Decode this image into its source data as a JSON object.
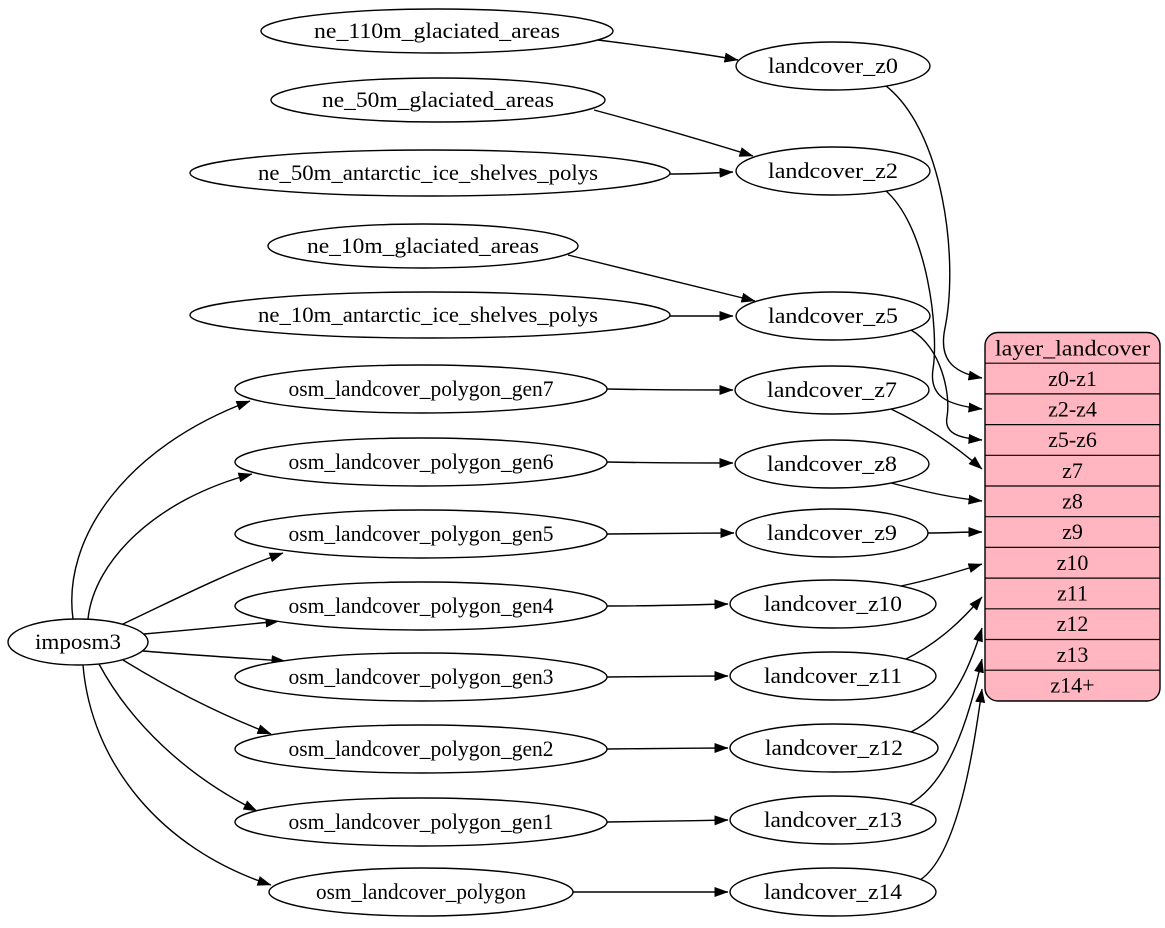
{
  "diagram": {
    "kind": "graphviz-dependency-diagram",
    "background_color": "#ffffff",
    "edge_color": "#000000",
    "node_fill_color": "#ffffff",
    "node_border_color": "#000000",
    "nodes": [
      {
        "id": "imposm3",
        "label": "imposm3"
      },
      {
        "id": "ne_110m_glaciated_areas",
        "label": "ne_110m_glaciated_areas"
      },
      {
        "id": "ne_50m_glaciated_areas",
        "label": "ne_50m_glaciated_areas"
      },
      {
        "id": "ne_50m_antarctic_ice_shelves_polys",
        "label": "ne_50m_antarctic_ice_shelves_polys"
      },
      {
        "id": "ne_10m_glaciated_areas",
        "label": "ne_10m_glaciated_areas"
      },
      {
        "id": "ne_10m_antarctic_ice_shelves_polys",
        "label": "ne_10m_antarctic_ice_shelves_polys"
      },
      {
        "id": "osm_landcover_polygon_gen7",
        "label": "osm_landcover_polygon_gen7"
      },
      {
        "id": "osm_landcover_polygon_gen6",
        "label": "osm_landcover_polygon_gen6"
      },
      {
        "id": "osm_landcover_polygon_gen5",
        "label": "osm_landcover_polygon_gen5"
      },
      {
        "id": "osm_landcover_polygon_gen4",
        "label": "osm_landcover_polygon_gen4"
      },
      {
        "id": "osm_landcover_polygon_gen3",
        "label": "osm_landcover_polygon_gen3"
      },
      {
        "id": "osm_landcover_polygon_gen2",
        "label": "osm_landcover_polygon_gen2"
      },
      {
        "id": "osm_landcover_polygon_gen1",
        "label": "osm_landcover_polygon_gen1"
      },
      {
        "id": "osm_landcover_polygon",
        "label": "osm_landcover_polygon"
      },
      {
        "id": "landcover_z0",
        "label": "landcover_z0"
      },
      {
        "id": "landcover_z2",
        "label": "landcover_z2"
      },
      {
        "id": "landcover_z5",
        "label": "landcover_z5"
      },
      {
        "id": "landcover_z7",
        "label": "landcover_z7"
      },
      {
        "id": "landcover_z8",
        "label": "landcover_z8"
      },
      {
        "id": "landcover_z9",
        "label": "landcover_z9"
      },
      {
        "id": "landcover_z10",
        "label": "landcover_z10"
      },
      {
        "id": "landcover_z11",
        "label": "landcover_z11"
      },
      {
        "id": "landcover_z12",
        "label": "landcover_z12"
      },
      {
        "id": "landcover_z13",
        "label": "landcover_z13"
      },
      {
        "id": "landcover_z14",
        "label": "landcover_z14"
      }
    ],
    "record": {
      "title": "layer_landcover",
      "fill": "#ffb6c1",
      "rows": [
        {
          "label": "z0-z1"
        },
        {
          "label": "z2-z4"
        },
        {
          "label": "z5-z6"
        },
        {
          "label": "z7"
        },
        {
          "label": "z8"
        },
        {
          "label": "z9"
        },
        {
          "label": "z10"
        },
        {
          "label": "z11"
        },
        {
          "label": "z12"
        },
        {
          "label": "z13"
        },
        {
          "label": "z14+"
        }
      ]
    },
    "edges": [
      {
        "from": "ne_110m_glaciated_areas",
        "to": "landcover_z0"
      },
      {
        "from": "ne_50m_glaciated_areas",
        "to": "landcover_z2"
      },
      {
        "from": "ne_50m_antarctic_ice_shelves_polys",
        "to": "landcover_z2"
      },
      {
        "from": "ne_10m_glaciated_areas",
        "to": "landcover_z5"
      },
      {
        "from": "ne_10m_antarctic_ice_shelves_polys",
        "to": "landcover_z5"
      },
      {
        "from": "imposm3",
        "to": "osm_landcover_polygon_gen7"
      },
      {
        "from": "imposm3",
        "to": "osm_landcover_polygon_gen6"
      },
      {
        "from": "imposm3",
        "to": "osm_landcover_polygon_gen5"
      },
      {
        "from": "imposm3",
        "to": "osm_landcover_polygon_gen4"
      },
      {
        "from": "imposm3",
        "to": "osm_landcover_polygon_gen3"
      },
      {
        "from": "imposm3",
        "to": "osm_landcover_polygon_gen2"
      },
      {
        "from": "imposm3",
        "to": "osm_landcover_polygon_gen1"
      },
      {
        "from": "imposm3",
        "to": "osm_landcover_polygon"
      },
      {
        "from": "osm_landcover_polygon_gen7",
        "to": "landcover_z7"
      },
      {
        "from": "osm_landcover_polygon_gen6",
        "to": "landcover_z8"
      },
      {
        "from": "osm_landcover_polygon_gen5",
        "to": "landcover_z9"
      },
      {
        "from": "osm_landcover_polygon_gen4",
        "to": "landcover_z10"
      },
      {
        "from": "osm_landcover_polygon_gen3",
        "to": "landcover_z11"
      },
      {
        "from": "osm_landcover_polygon_gen2",
        "to": "landcover_z12"
      },
      {
        "from": "osm_landcover_polygon_gen1",
        "to": "landcover_z13"
      },
      {
        "from": "osm_landcover_polygon",
        "to": "landcover_z14"
      },
      {
        "from": "landcover_z0",
        "to": "layer_landcover:z0-z1"
      },
      {
        "from": "landcover_z2",
        "to": "layer_landcover:z2-z4"
      },
      {
        "from": "landcover_z5",
        "to": "layer_landcover:z5-z6"
      },
      {
        "from": "landcover_z7",
        "to": "layer_landcover:z7"
      },
      {
        "from": "landcover_z8",
        "to": "layer_landcover:z8"
      },
      {
        "from": "landcover_z9",
        "to": "layer_landcover:z9"
      },
      {
        "from": "landcover_z10",
        "to": "layer_landcover:z10"
      },
      {
        "from": "landcover_z11",
        "to": "layer_landcover:z11"
      },
      {
        "from": "landcover_z12",
        "to": "layer_landcover:z12"
      },
      {
        "from": "landcover_z13",
        "to": "layer_landcover:z13"
      },
      {
        "from": "landcover_z14",
        "to": "layer_landcover:z14+"
      }
    ]
  }
}
